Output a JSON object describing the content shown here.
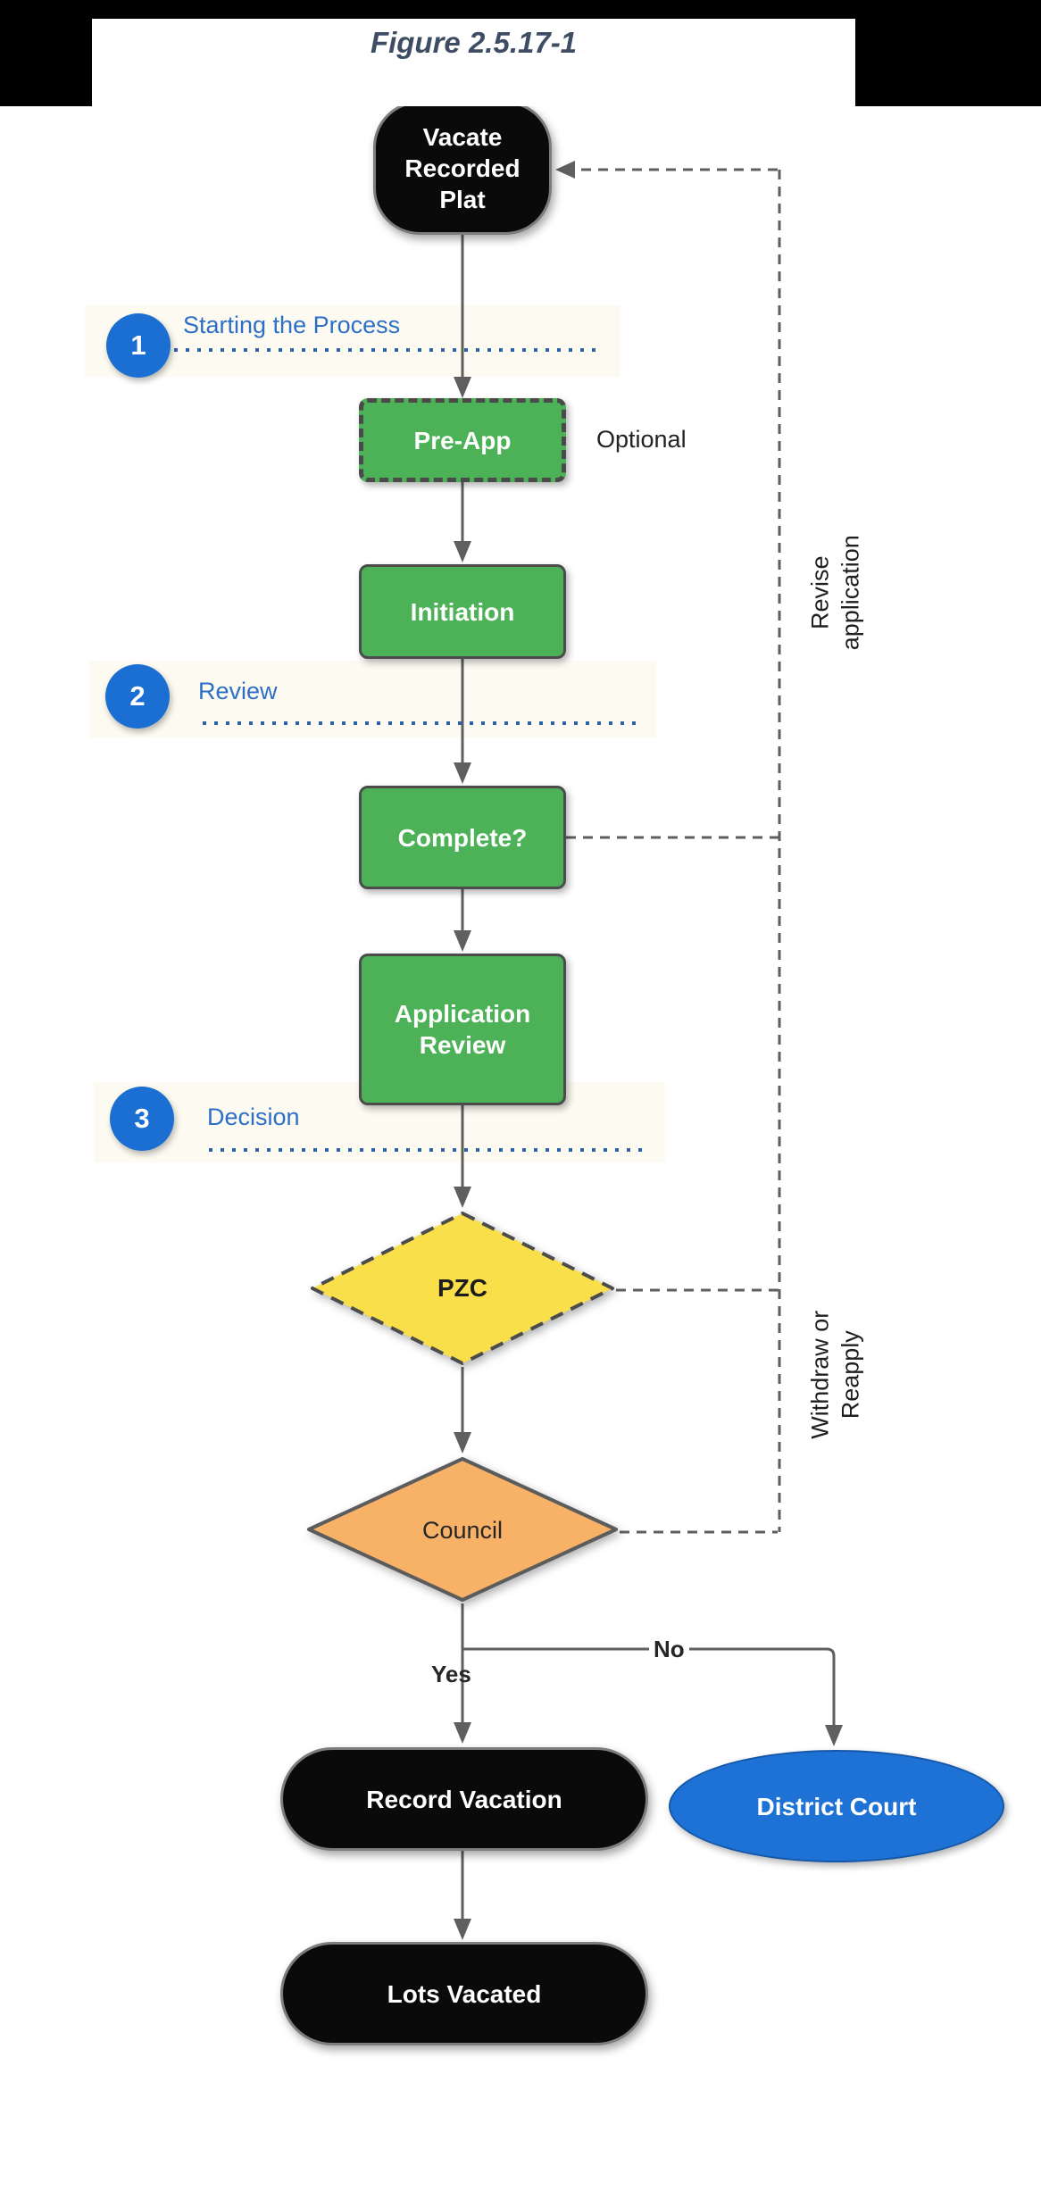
{
  "nodes": {
    "vacate": {
      "label": "Vacate Recorded Plat"
    },
    "pre_app": {
      "label": "Pre-App",
      "note": "Optional"
    },
    "initiation": {
      "label": "Initiation"
    },
    "complete": {
      "label": "Complete?"
    },
    "application_review": {
      "label": "Application Review"
    },
    "pzc": {
      "label": "PZC"
    },
    "council": {
      "label": "Council"
    },
    "record_vacation": {
      "label": "Record Vacation"
    },
    "district_court": {
      "label": "District Court"
    },
    "lots_vacated": {
      "label": "Lots Vacated"
    }
  },
  "sections": [
    {
      "number": "1",
      "label": "Starting the Process"
    },
    {
      "number": "2",
      "label": "Review"
    },
    {
      "number": "3",
      "label": "Decision"
    }
  ],
  "labels": {
    "yes": "Yes",
    "no": "No",
    "revise": "Revise application",
    "withdraw": "Withdraw or Reapply"
  },
  "caption": "Figure 2.5.17-1",
  "colors": {
    "process_green": "#4db157",
    "decision_yellow": "#f9df4a",
    "decision_orange": "#f7b268",
    "terminal_black": "#0a0a0a",
    "court_blue": "#1e72d6",
    "badge_blue": "#1b6fd3",
    "section_label_blue": "#2d6fc7",
    "line_gray": "#5f5f5f",
    "caption_slate": "#3e4d63"
  }
}
